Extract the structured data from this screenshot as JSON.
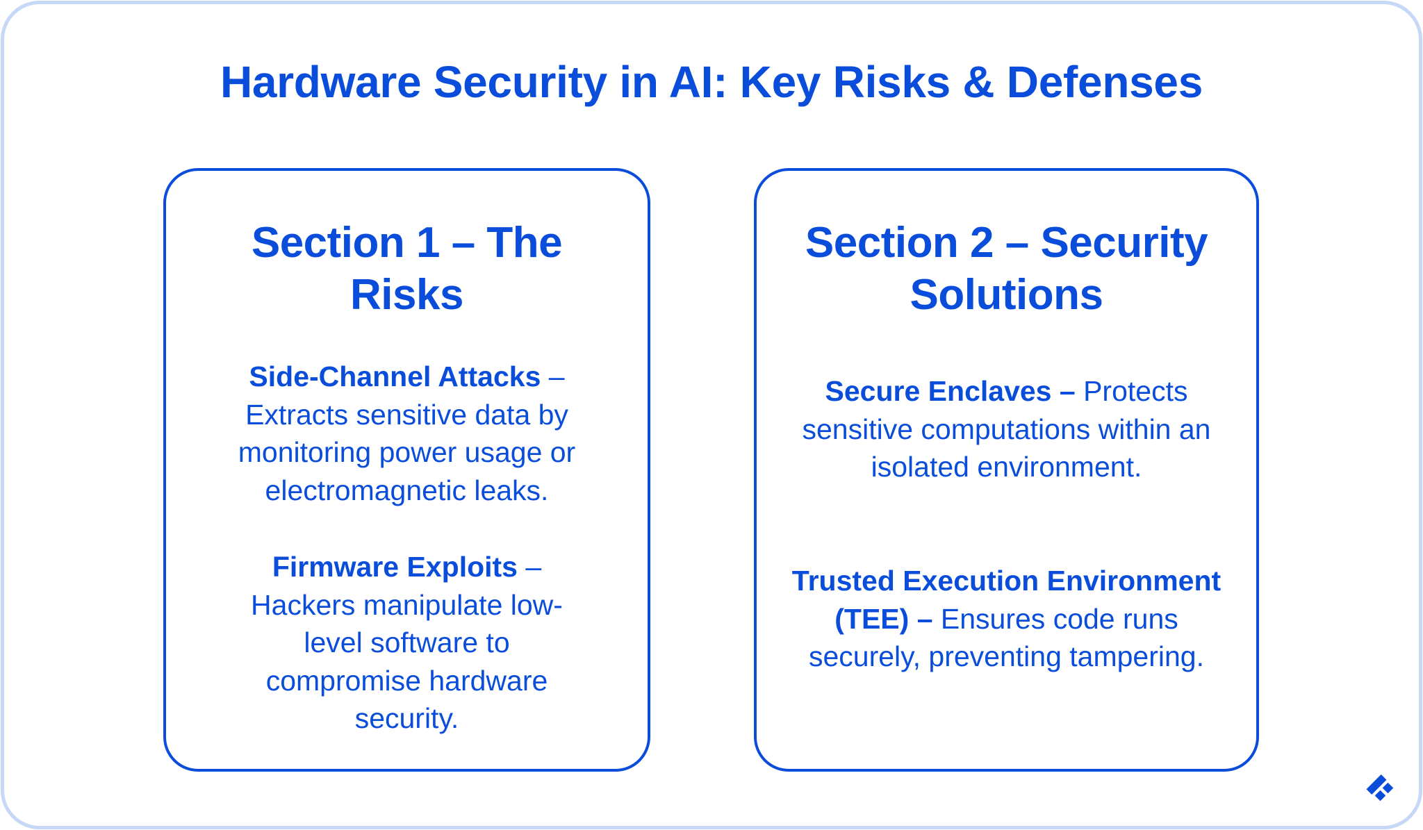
{
  "title": "Hardware Security in AI: Key Risks & Defenses",
  "colors": {
    "primary": "#0a4ddb",
    "frame_border": "#c6d7f7",
    "background": "#ffffff"
  },
  "sections": [
    {
      "heading": "Section 1 – The Risks",
      "items": [
        {
          "term": "Side-Channel Attacks",
          "dash": " –",
          "dash_bold": false,
          "description": " Extracts sensitive data by monitoring power usage or electromagnetic leaks."
        },
        {
          "term": "Firmware Exploits",
          "dash": " –",
          "dash_bold": false,
          "description": " Hackers manipulate low-level software to compromise hardware security."
        }
      ]
    },
    {
      "heading": "Section 2 – Security Solutions",
      "items": [
        {
          "term": "Secure Enclaves",
          "dash": " –",
          "dash_bold": true,
          "description": " Protects sensitive computations within an isolated environment."
        },
        {
          "term": "Trusted Execution Environment (TEE)",
          "dash": " –",
          "dash_bold": true,
          "description": " Ensures code runs securely, preventing tampering."
        }
      ]
    }
  ],
  "logo": {
    "icon": "brand-logo-icon"
  }
}
